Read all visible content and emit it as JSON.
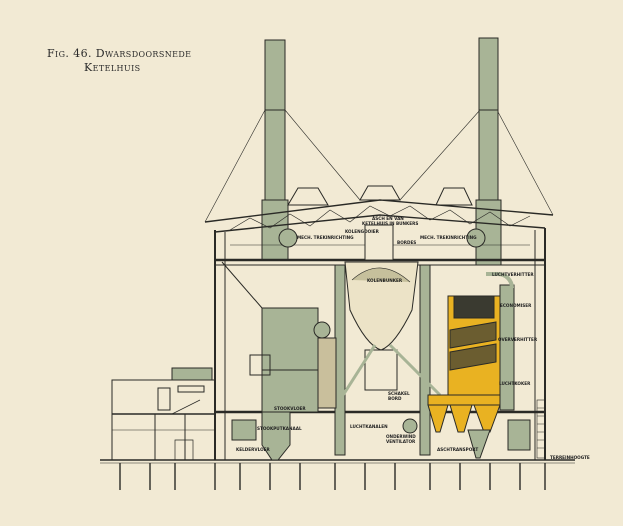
{
  "figure": {
    "title_line1": "Fig. 46. Dwarsdoorsnede",
    "title_line2": "Ketelhuis"
  },
  "labels": {
    "ash_bunkers_1": "ASCH EN VAN",
    "ash_bunkers_2": "KETELHUIS IN BUNKERS",
    "coal_conveyor": "KOLENGOOIER",
    "platform": "BORDES",
    "draft_left": "MECH. TREKINRICHTING",
    "draft_right": "MECH. TREKINRICHTING",
    "coal_bunker": "KOLENBUNKER",
    "air_heater": "LUCHTVERHITTER",
    "economiser": "ECONOMISER",
    "superheater": "OVERVERHITTER",
    "air_duct": "LUCHTKOKER",
    "stoking_floor": "STOOKVLOER",
    "stoking_channel": "STOOKPUTKANAAL",
    "cellar_floor": "KELDERVLOER",
    "air_channels": "LUCHTKANALEN",
    "switchboard_1": "SCHAKEL",
    "switchboard_2": "BORD",
    "fan_1": "ONDERWIND",
    "fan_2": "VENTILATOR",
    "ash_transport": "ASCHTRANSPORT",
    "ground_level": "TERREINHOOGTE"
  },
  "colors": {
    "paper": "#f2ead4",
    "equipment_green": "#a8b496",
    "boiler_yellow": "#e9b222",
    "ink": "#2a2a26"
  }
}
